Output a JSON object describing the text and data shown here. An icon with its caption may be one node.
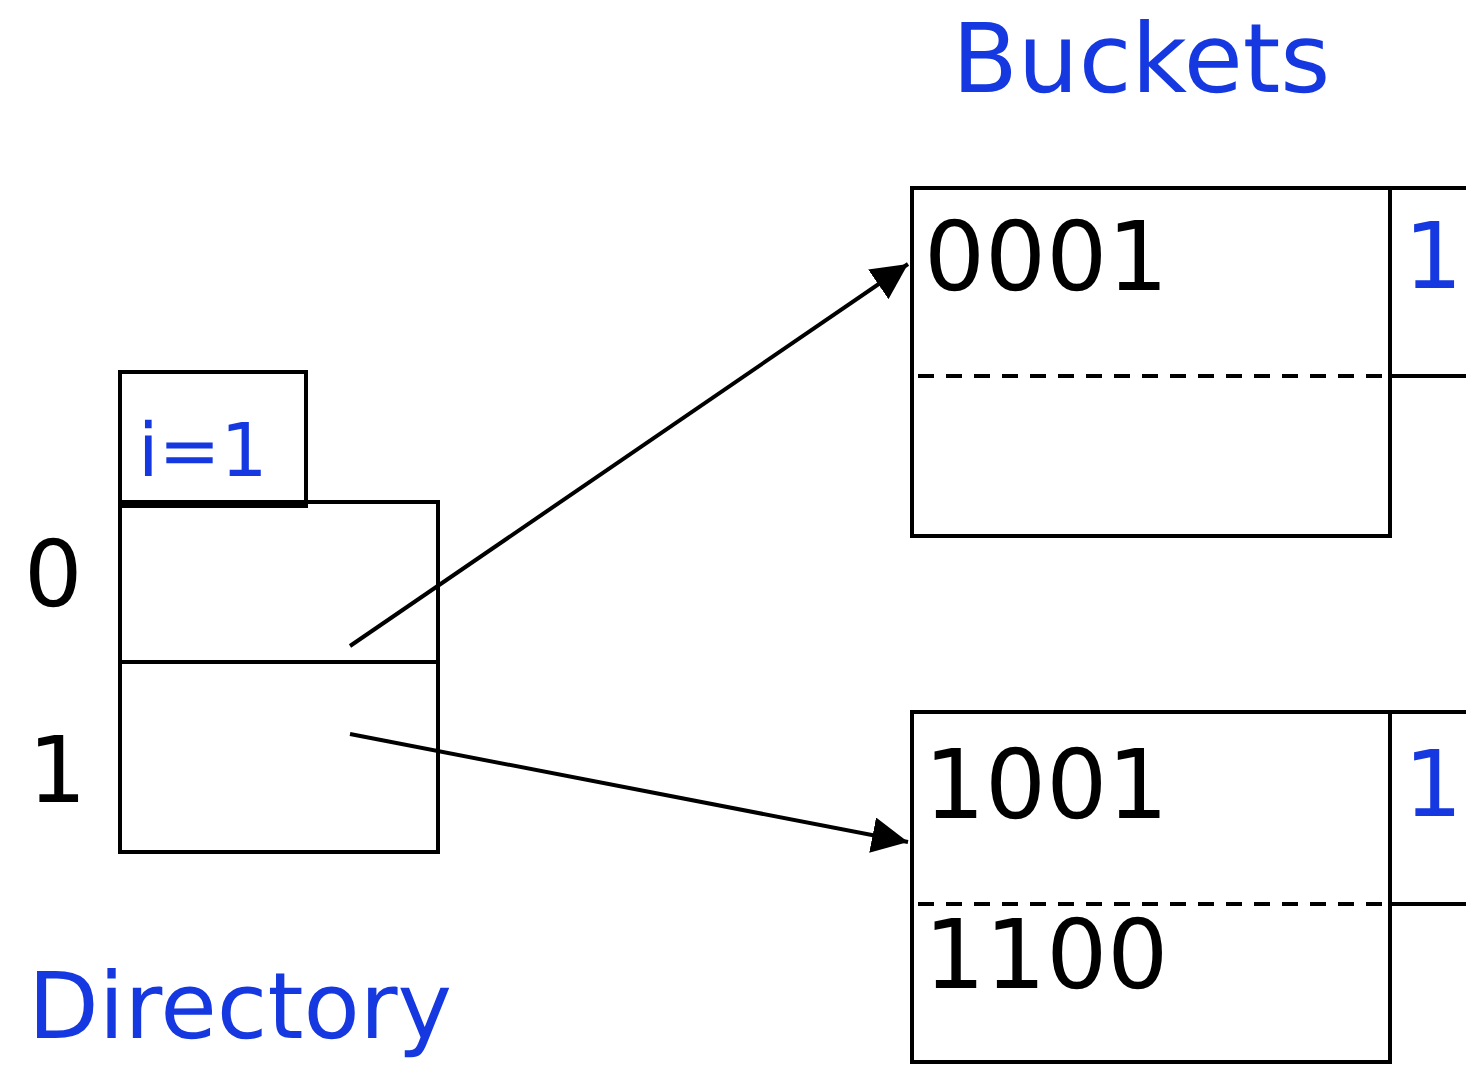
{
  "diagram": {
    "nodes": [
      {
        "text": [
          "i=1"
        ]
      },
      {
        "text": [],
        "shape": "box",
        "beside": [
          "0"
        ]
      },
      {
        "text": [],
        "shape": "box",
        "beside": [
          "1"
        ]
      },
      {
        "text": [
          "0001"
        ]
      },
      {
        "text": [
          "1"
        ]
      },
      {
        "text": [
          "1001",
          "1100"
        ]
      },
      {
        "text": [
          "1"
        ]
      }
    ],
    "edges": [
      {
        "from": 1,
        "to": 3,
        "arrow": "to"
      },
      {
        "from": 2,
        "to": 5,
        "arrow": "to"
      }
    ],
    "labels": [
      "Buckets",
      "Directory"
    ]
  }
}
